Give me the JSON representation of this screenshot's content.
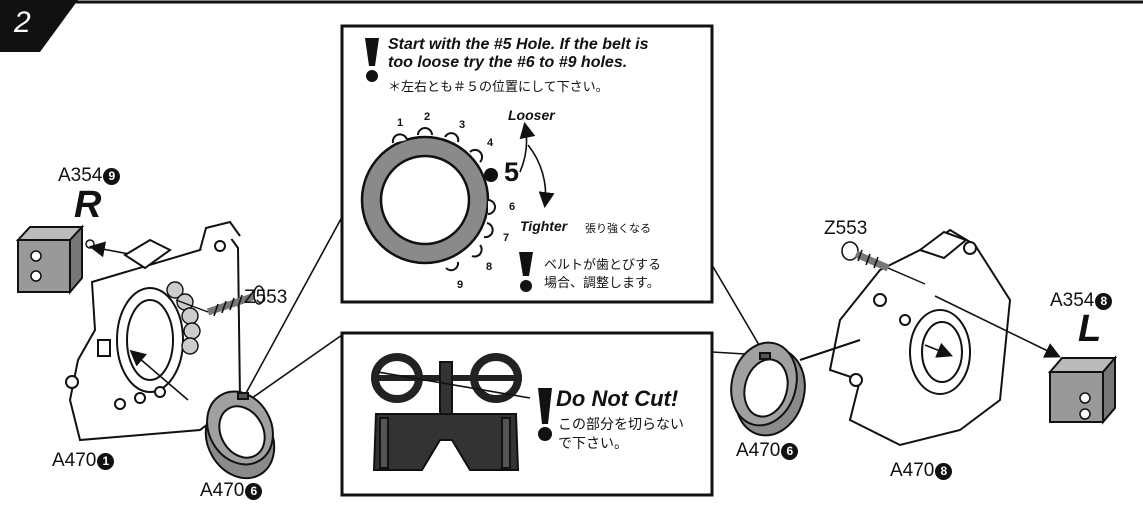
{
  "step": {
    "number": "2"
  },
  "instructions": {
    "line1": "Start with the #5 Hole. If the belt is",
    "line2": "too loose try the #6 to #9 holes.",
    "jp_note": "＊左右とも＃５の位置にして下さい。"
  },
  "tensioner": {
    "hole_numbers": [
      "1",
      "2",
      "3",
      "4",
      "5",
      "6",
      "7",
      "8",
      "9"
    ],
    "looser_label": "Looser",
    "tighter_label": "Tighter",
    "tighter_jp": "張り強くなる",
    "belt_skip_jp_1": "ベルトが歯とびする",
    "belt_skip_jp_2": "場合、調整します。"
  },
  "do_not_cut": {
    "title": "Do Not Cut!",
    "jp_1": "この部分を切らない",
    "jp_2": "で下さい。"
  },
  "left_assembly": {
    "side_label": "R",
    "block_part": "A354",
    "block_qty": "9",
    "screw_part": "Z553",
    "housing_part": "A470",
    "housing_qty": "1",
    "ring_part": "A470",
    "ring_qty": "6"
  },
  "right_assembly": {
    "side_label": "L",
    "block_part": "A354",
    "block_qty": "8",
    "screw_part": "Z553",
    "housing_part": "A470",
    "housing_qty": "8",
    "ring_part": "A470",
    "ring_qty": "6"
  },
  "colors": {
    "ink": "#111111",
    "ring_gray": "#8a8a8a",
    "part_gray": "#9a9a9a",
    "background": "#ffffff"
  }
}
